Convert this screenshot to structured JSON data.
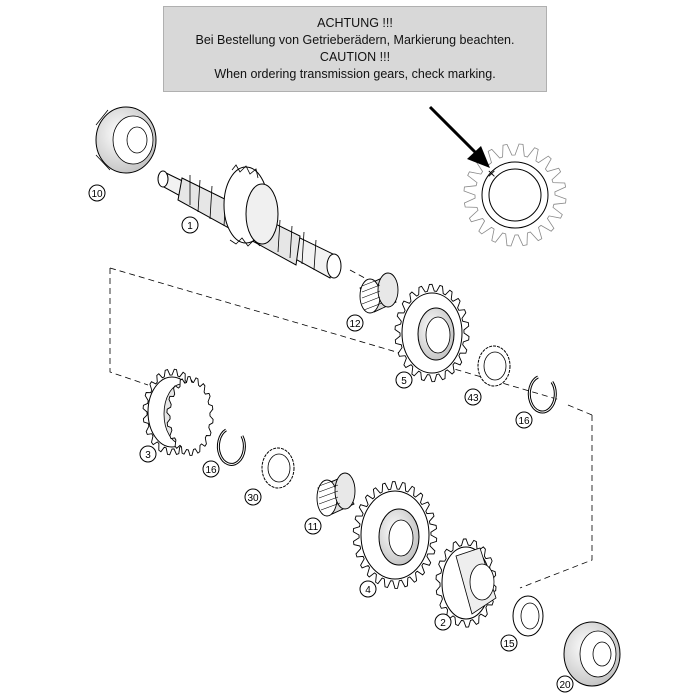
{
  "caution_box": {
    "lines": [
      "ACHTUNG !!!",
      "Bei Bestellung von Getrieberädern, Markierung beachten.",
      "CAUTION !!!",
      "When ordering transmission gears, check marking."
    ]
  },
  "parts": [
    {
      "id": "bearing-top",
      "label": "10"
    },
    {
      "id": "shaft",
      "label": "1"
    },
    {
      "id": "needle-bearing-a",
      "label": "12"
    },
    {
      "id": "gear-5",
      "label": "5"
    },
    {
      "id": "washer-43",
      "label": "43"
    },
    {
      "id": "circlip-a",
      "label": "16"
    },
    {
      "id": "gear-3",
      "label": "3"
    },
    {
      "id": "circlip-b",
      "label": "16"
    },
    {
      "id": "washer-30",
      "label": "30"
    },
    {
      "id": "needle-bearing-b",
      "label": "11"
    },
    {
      "id": "gear-4",
      "label": "4"
    },
    {
      "id": "gear-2",
      "label": "2"
    },
    {
      "id": "washer-15",
      "label": "15"
    },
    {
      "id": "bearing-bottom",
      "label": "20"
    }
  ],
  "detail": {
    "marking_symbol": "×"
  },
  "colors": {
    "line": "#000000",
    "box_bg": "#d8d8d8",
    "gear_fill": "#ffffff",
    "shade": "#c8c8c8"
  }
}
